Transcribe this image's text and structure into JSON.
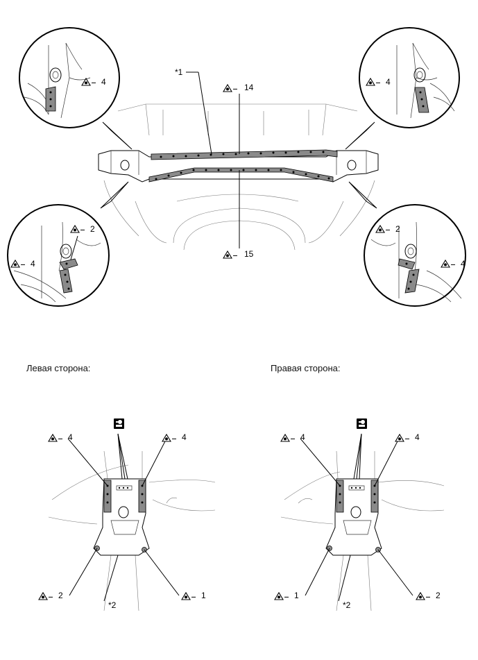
{
  "labels": {
    "center_top": "*1",
    "crossmember_top_count": "14",
    "crossmember_bottom_count": "15",
    "detail_tl": "4",
    "detail_tr": "4",
    "detail_bl_a": "2",
    "detail_bl_b": "4",
    "detail_br_a": "2",
    "detail_br_b": "4"
  },
  "left_side": {
    "title": "Левая сторона:",
    "top_left_count": "4",
    "top_right_count": "4",
    "bottom_left_count": "2",
    "bottom_right_count": "1",
    "part_label": "*2"
  },
  "right_side": {
    "title": "Правая сторона:",
    "top_left_count": "4",
    "top_right_count": "4",
    "bottom_left_count": "1",
    "bottom_right_count": "2",
    "part_label": "*2"
  },
  "icons": {
    "weld_symbol": "spot-weld-icon",
    "tool_symbol": "sealer-tool-icon"
  }
}
